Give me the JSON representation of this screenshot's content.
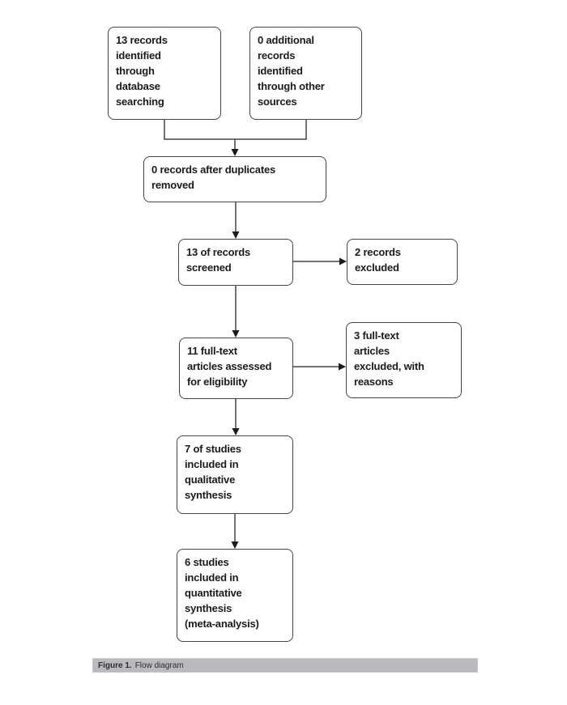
{
  "figure": {
    "caption_label": "Figure 1.",
    "caption_text": "Flow diagram"
  },
  "colors": {
    "box_border": "#454545",
    "connector": "#454545",
    "arrowhead": "#1b1b1b",
    "caption_bar_background": "#b9babd",
    "text": "#1b1b1b"
  },
  "nodes": [
    {
      "id": "records-identified-database",
      "text": "13 records\nidentified\nthrough\ndatabase\nsearching"
    },
    {
      "id": "additional-records-other",
      "text": "0 additional\nrecords\nidentified\nthrough other\nsources"
    },
    {
      "id": "records-after-duplicates",
      "text": "0 records after duplicates\nremoved"
    },
    {
      "id": "records-screened",
      "text": "13 of records\nscreened"
    },
    {
      "id": "records-excluded",
      "text": "2 records\nexcluded"
    },
    {
      "id": "fulltext-assessed",
      "text": "11 full-text\narticles assessed\nfor eligibility"
    },
    {
      "id": "fulltext-excluded",
      "text": "3 full-text\narticles\nexcluded, with\nreasons"
    },
    {
      "id": "qualitative-synthesis",
      "text": "7 of studies\nincluded in\nqualitative\nsynthesis"
    },
    {
      "id": "quantitative-synthesis",
      "text": "6 studies\nincluded in\nquantitative\nsynthesis\n(meta-analysis)"
    }
  ],
  "edges": [
    {
      "from": "records-identified-database",
      "to": "records-after-duplicates"
    },
    {
      "from": "additional-records-other",
      "to": "records-after-duplicates"
    },
    {
      "from": "records-after-duplicates",
      "to": "records-screened"
    },
    {
      "from": "records-screened",
      "to": "records-excluded"
    },
    {
      "from": "records-screened",
      "to": "fulltext-assessed"
    },
    {
      "from": "fulltext-assessed",
      "to": "fulltext-excluded"
    },
    {
      "from": "fulltext-assessed",
      "to": "qualitative-synthesis"
    },
    {
      "from": "qualitative-synthesis",
      "to": "quantitative-synthesis"
    }
  ]
}
